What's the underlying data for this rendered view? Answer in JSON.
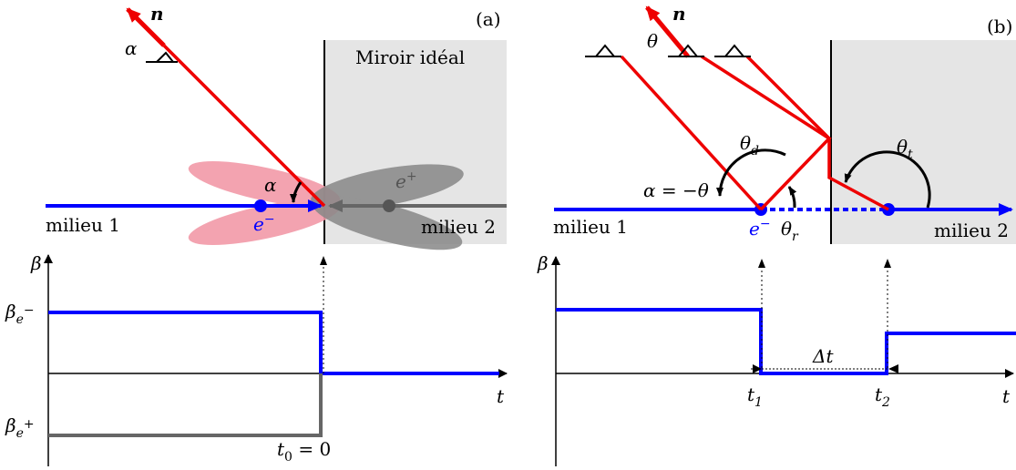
{
  "colors": {
    "electron": "#0000ff",
    "positron": "#666666",
    "ray": "#ee0000",
    "lobe_red": "#f29aa8",
    "lobe_gray": "#888888",
    "mirror_bg": "#e5e5e5"
  },
  "panel_a": {
    "tag": "(a)",
    "mirror_label": "Miroir idéal",
    "n_label": "n",
    "alpha_top": "α",
    "alpha_mid": "α",
    "medium1": "milieu 1",
    "medium2": "milieu 2",
    "electron": "e",
    "electron_sup": "−",
    "positron": "e",
    "positron_sup": "+",
    "beta_axis": "β",
    "beta_e_minus": "β",
    "beta_e_minus_sub": "e",
    "beta_e_minus_sup": "−",
    "beta_e_plus": "β",
    "beta_e_plus_sub": "e",
    "beta_e_plus_sup": "+",
    "t_axis": "t",
    "t0": "t",
    "t0_sub": "0",
    "t0_eq": " = 0"
  },
  "panel_b": {
    "tag": "(b)",
    "n_label": "n",
    "theta": "θ",
    "theta_d": "θ",
    "theta_d_sub": "d",
    "theta_r": "θ",
    "theta_r_sub": "r",
    "theta_t": "θ",
    "theta_t_sub": "t",
    "alpha_eq": "α = −θ",
    "medium1": "milieu 1",
    "medium2": "milieu 2",
    "electron": "e",
    "electron_sup": "−",
    "beta_axis": "β",
    "t_axis": "t",
    "t1": "t",
    "t1_sub": "1",
    "t2": "t",
    "t2_sub": "2",
    "delta_t": "Δt"
  }
}
